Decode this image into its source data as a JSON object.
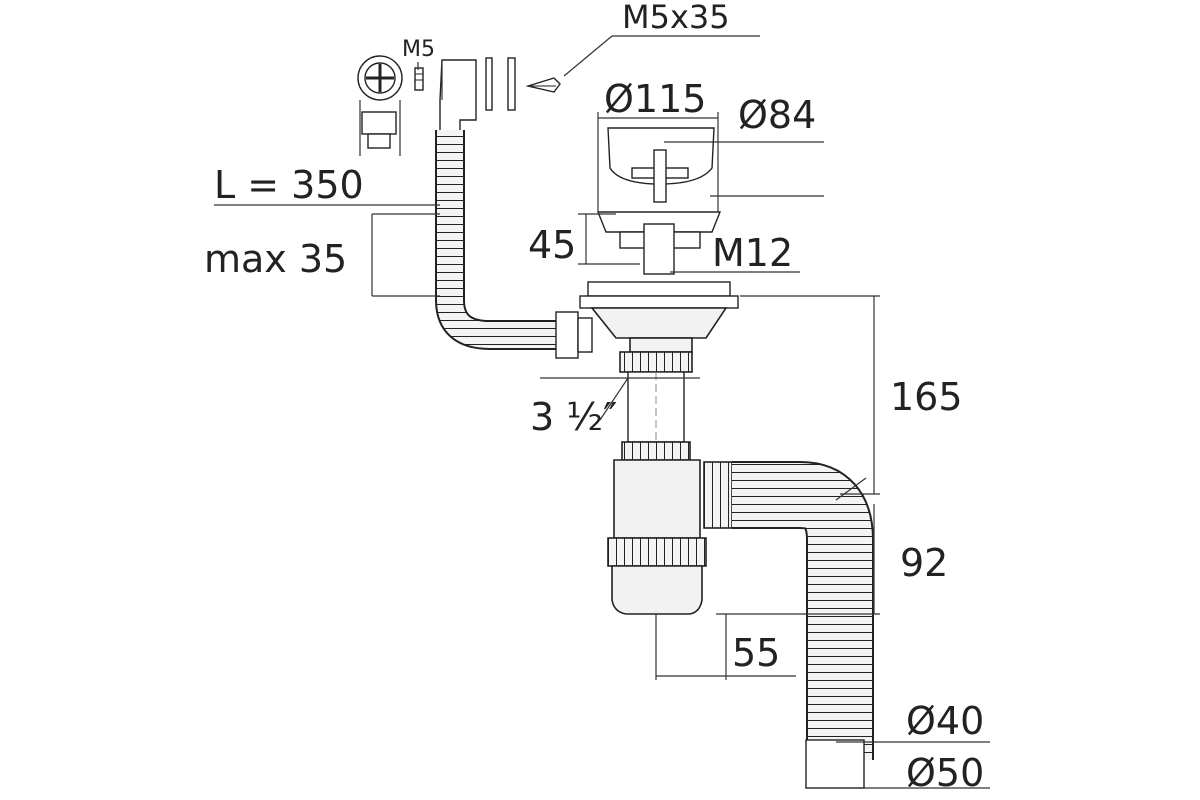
{
  "labels": {
    "m5": "M5",
    "m5x35": "M5x35",
    "d115": "Ø115",
    "d84": "Ø84",
    "l350": "L = 350",
    "max35": "max 35",
    "h45": "45",
    "m12": "M12",
    "h165": "165",
    "size312": "3 ½″",
    "h92": "92",
    "w55": "55",
    "d40": "Ø40",
    "d50": "Ø50"
  }
}
